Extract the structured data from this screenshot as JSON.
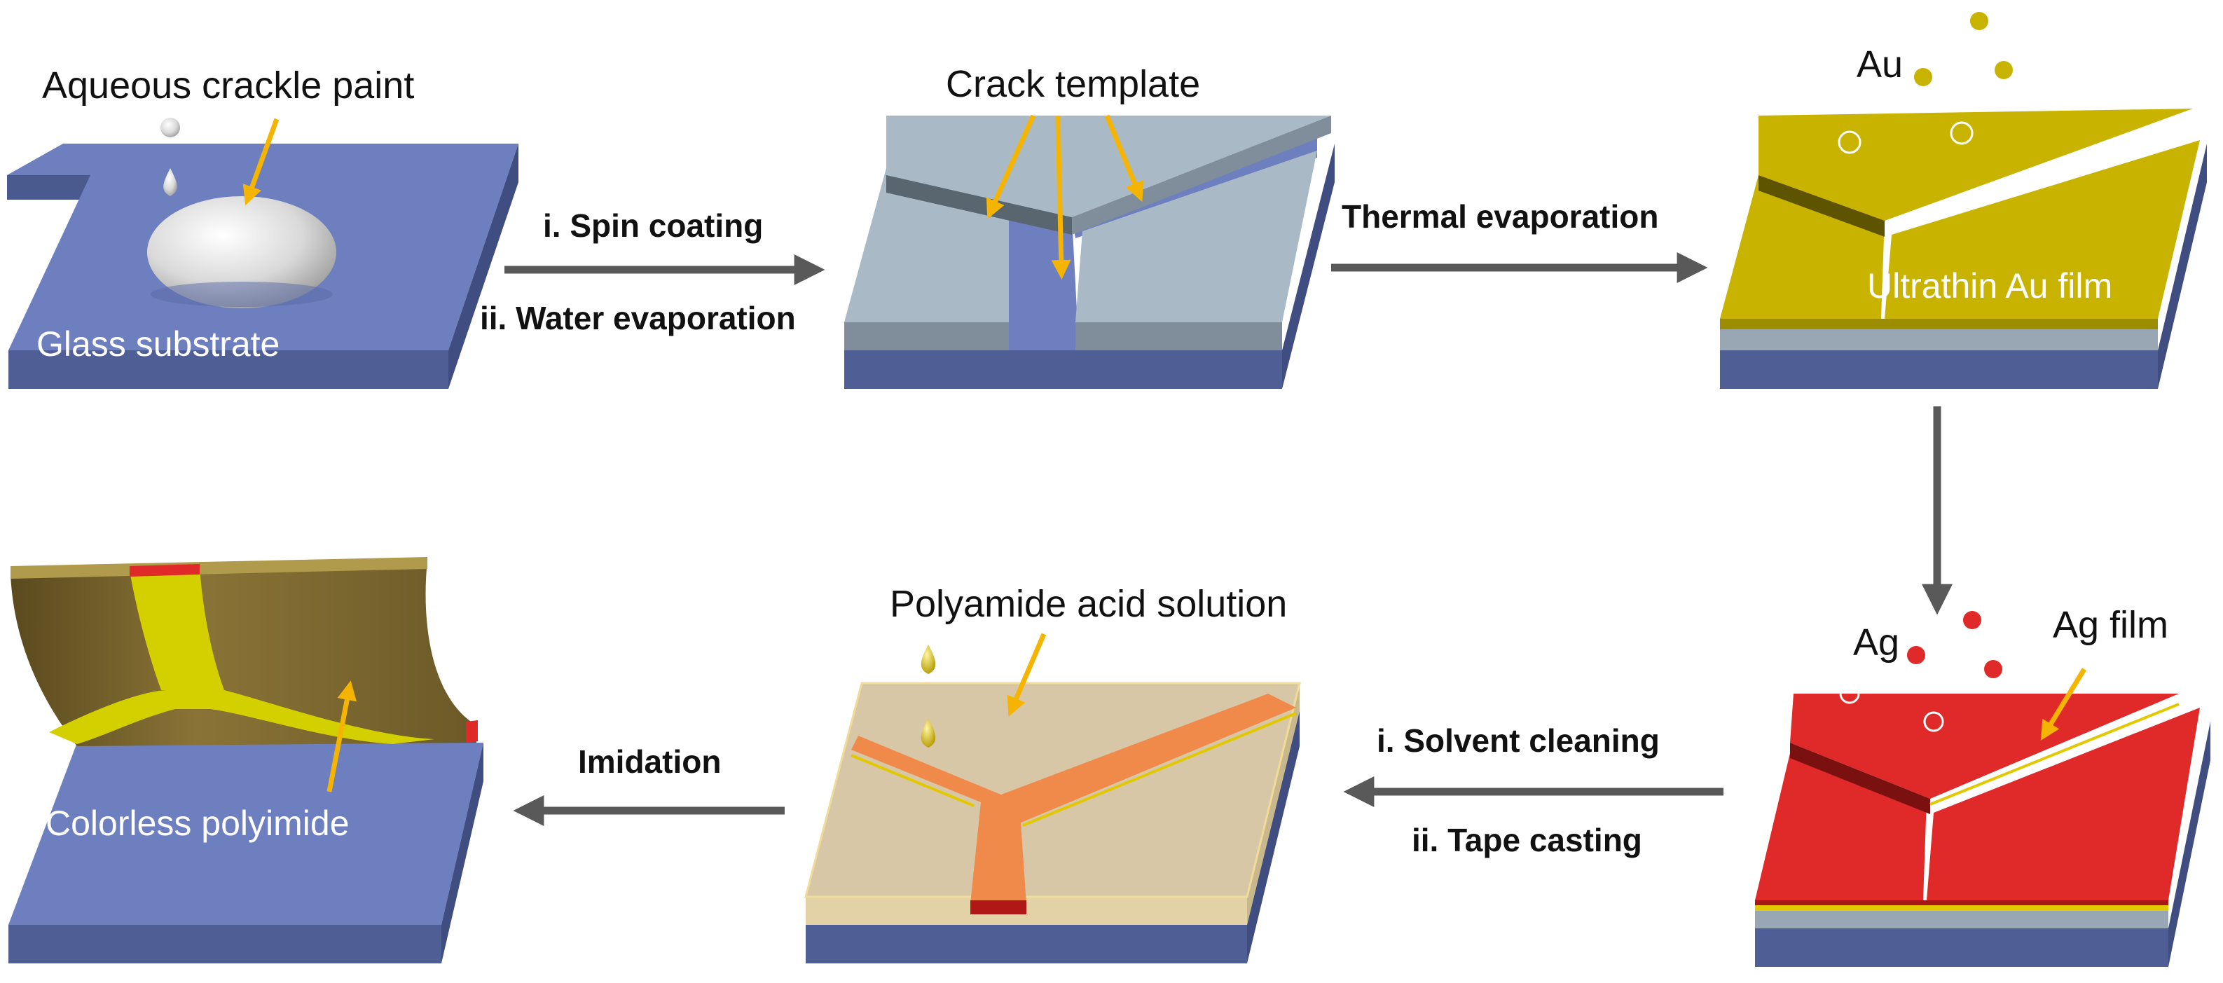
{
  "steps": {
    "glass": {
      "paint_label": "Aqueous crackle paint",
      "substrate_label": "Glass substrate"
    },
    "arrow1": {
      "line1": "i. Spin coating",
      "line2": "ii. Water evaporation"
    },
    "crack": {
      "label": "Crack template"
    },
    "arrow2": {
      "label": "Thermal evaporation"
    },
    "gold": {
      "source_label": "Au",
      "film_label": "Ultrathin Au film"
    },
    "silver": {
      "source_label": "Ag",
      "film_label": "Ag film"
    },
    "arrow4": {
      "line1": "i. Solvent cleaning",
      "line2": "ii. Tape casting"
    },
    "polyamide": {
      "label": "Polyamide acid solution"
    },
    "arrow5": {
      "label": "Imidation"
    },
    "polyimide": {
      "label": "Colorless polyimide"
    }
  },
  "colors": {
    "glass": "#6e7fbf",
    "crack_template": "#a9bac6",
    "gold": "#c8b400",
    "silver_red": "#e02a2a",
    "polyamide": "#d8c7a6",
    "electrode_orange": "#f08a4b",
    "callout_arrow": "#f5b400",
    "process_arrow": "#595959"
  }
}
